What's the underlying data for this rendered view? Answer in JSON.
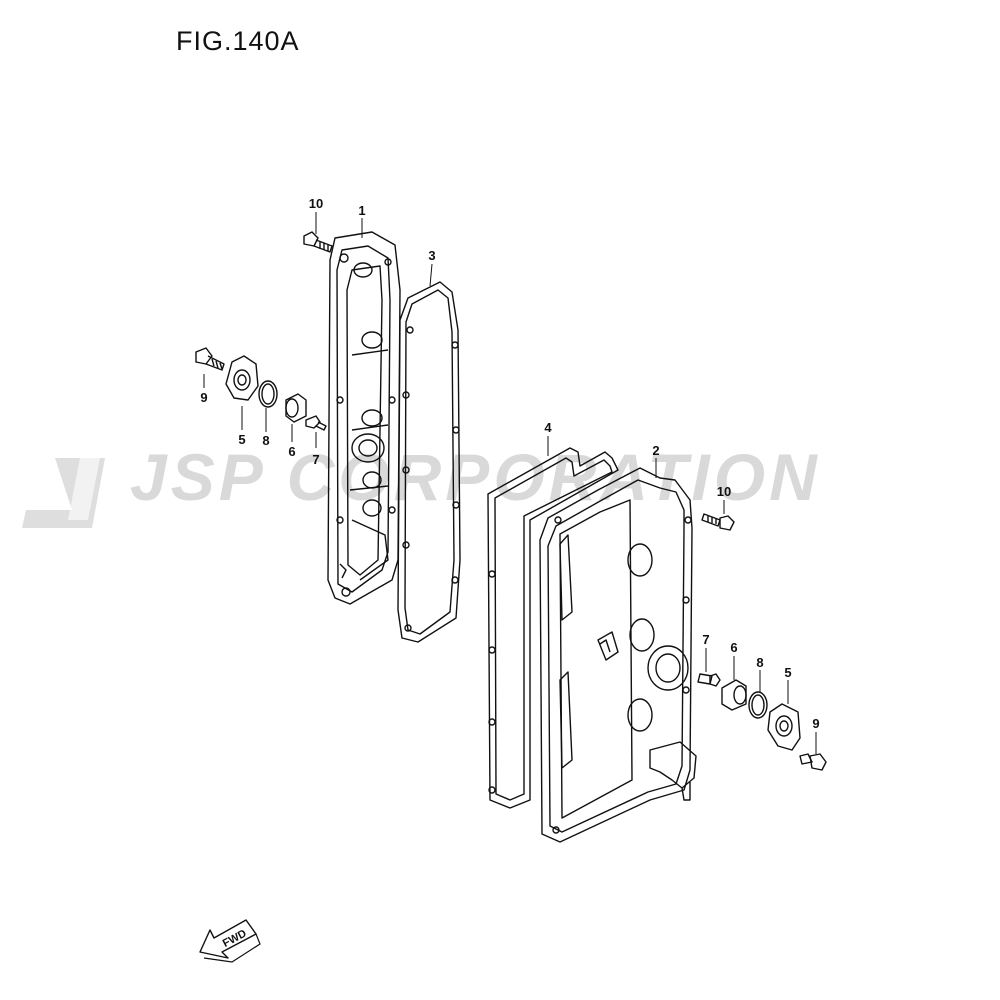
{
  "figure": {
    "title": "FIG.140A"
  },
  "watermark": {
    "text": "JSP CORPORATION",
    "color": "#d9d9d9"
  },
  "direction_marker": {
    "text": "FWD"
  },
  "callouts": [
    {
      "id": "c10a",
      "label": "10"
    },
    {
      "id": "c1",
      "label": "1"
    },
    {
      "id": "c3",
      "label": "3"
    },
    {
      "id": "c9a",
      "label": "9"
    },
    {
      "id": "c5a",
      "label": "5"
    },
    {
      "id": "c8a",
      "label": "8"
    },
    {
      "id": "c6a",
      "label": "6"
    },
    {
      "id": "c7a",
      "label": "7"
    },
    {
      "id": "c4",
      "label": "4"
    },
    {
      "id": "c2",
      "label": "2"
    },
    {
      "id": "c10b",
      "label": "10"
    },
    {
      "id": "c7b",
      "label": "7"
    },
    {
      "id": "c6b",
      "label": "6"
    },
    {
      "id": "c8b",
      "label": "8"
    },
    {
      "id": "c5b",
      "label": "5"
    },
    {
      "id": "c9b",
      "label": "9"
    }
  ]
}
